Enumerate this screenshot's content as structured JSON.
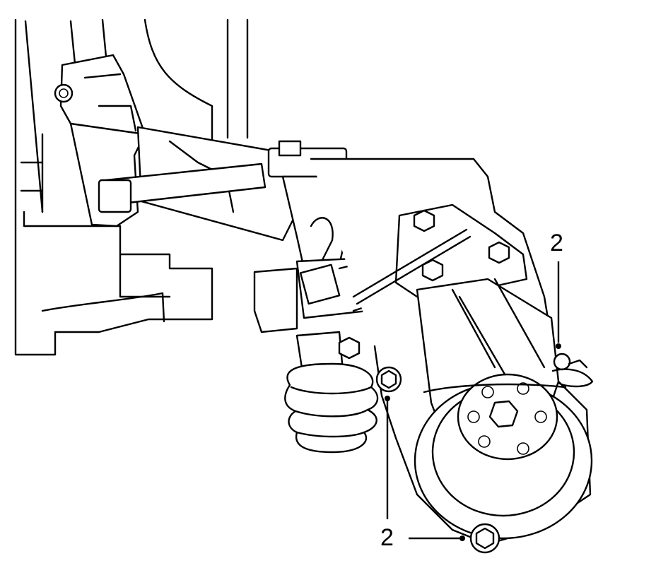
{
  "callouts": [
    {
      "id": "top-right",
      "label": "2"
    },
    {
      "id": "bottom-left",
      "label": "2"
    }
  ],
  "colors": {
    "line": "#000000",
    "background": "#ffffff"
  }
}
